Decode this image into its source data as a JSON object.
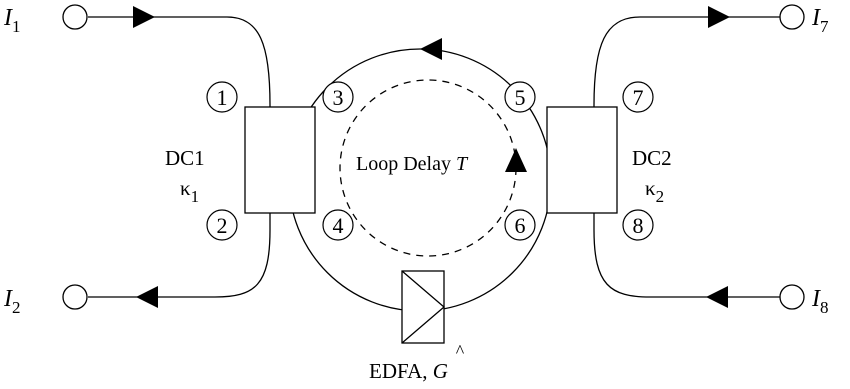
{
  "inputs": {
    "i1": {
      "sym": "I",
      "sub": "1"
    },
    "i2": {
      "sym": "I",
      "sub": "2"
    },
    "i7": {
      "sym": "I",
      "sub": "7"
    },
    "i8": {
      "sym": "I",
      "sub": "8"
    }
  },
  "ports": {
    "p1": "1",
    "p2": "2",
    "p3": "3",
    "p4": "4",
    "p5": "5",
    "p6": "6",
    "p7": "7",
    "p8": "8"
  },
  "coupler1": {
    "name": "DC1",
    "kappa": "κ",
    "kappa_sub": "1"
  },
  "coupler2": {
    "name": "DC2",
    "kappa": "κ",
    "kappa_sub": "2"
  },
  "loop": {
    "label": "Loop Delay ",
    "symbol": "T"
  },
  "edfa": {
    "label": "EDFA, ",
    "gain_hat": "^",
    "gain_symbol": "G"
  }
}
